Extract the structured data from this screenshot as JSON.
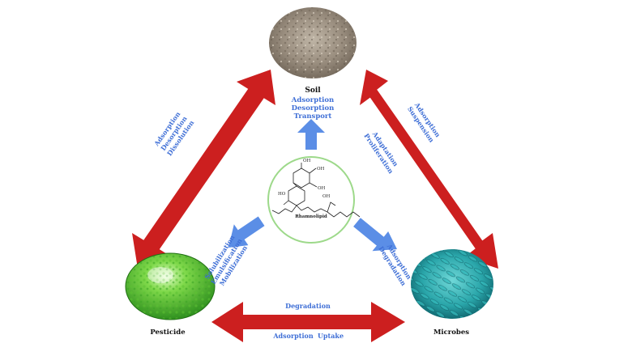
{
  "nodes": {
    "soil": {
      "label": "Soil",
      "processes": [
        "Adsorption",
        "Desorption",
        "Transport"
      ]
    },
    "pesticide": {
      "label": "Pesticide"
    },
    "microbes": {
      "label": "Microbes"
    },
    "center": {
      "label": "Rhamnolipid"
    }
  },
  "edges": {
    "soil_pesticide": [
      "Adsorption",
      "Desorption",
      "Dissolution"
    ],
    "soil_microbes_outer": [
      "Adsorption",
      "Suspension"
    ],
    "soil_microbes_inner": [
      "Adaptation",
      "Proliferation"
    ],
    "center_pesticide": [
      "Solubilization",
      "Emulsification",
      "Mobilization"
    ],
    "center_microbes": [
      "Adsorption",
      "Degradation"
    ],
    "pesticide_microbes_top": "Degradation",
    "pesticide_microbes_bottom_1": "Adsorption",
    "pesticide_microbes_bottom_2": "Uptake"
  },
  "colors": {
    "arrow_red": "#cc1f1f",
    "arrow_blue": "#5b8ee6",
    "text_blue": "#3f6fd6",
    "ring_green": "#9dd98a"
  }
}
